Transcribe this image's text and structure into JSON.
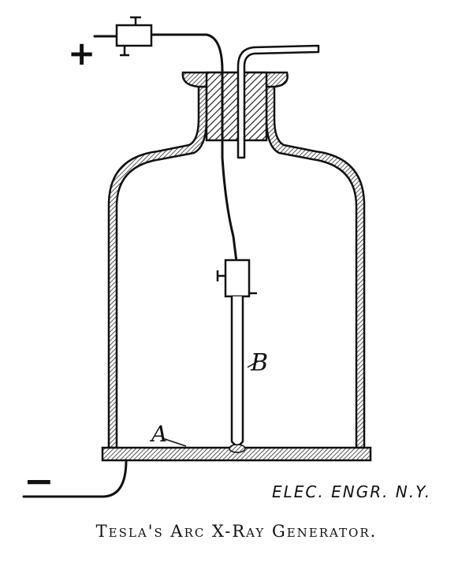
{
  "figure": {
    "caption": "Tesla's Arc X-Ray Generator.",
    "credit": "ELEC. ENGR. N.Y.",
    "labels": {
      "a": "A",
      "b": "B",
      "plus": "+",
      "minus": "−"
    }
  }
}
